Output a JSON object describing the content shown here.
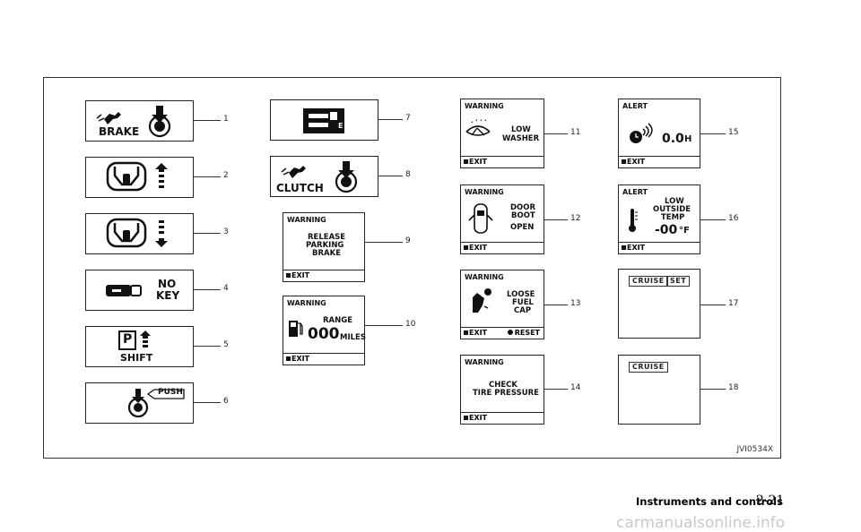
{
  "panels": {
    "p1": {
      "callout": "1",
      "text": "BRAKE"
    },
    "p2": {
      "callout": "2"
    },
    "p3": {
      "callout": "3"
    },
    "p4": {
      "callout": "4",
      "line1": "NO",
      "line2": "KEY"
    },
    "p5": {
      "callout": "5",
      "letter": "P",
      "text": "SHIFT"
    },
    "p6": {
      "callout": "6",
      "push": "PUSH"
    },
    "p7": {
      "callout": "7",
      "letter": "E"
    },
    "p8": {
      "callout": "8",
      "text": "CLUTCH"
    },
    "p9": {
      "callout": "9",
      "header": "WARNING",
      "l1": "RELEASE",
      "l2": "PARKING",
      "l3": "BRAKE",
      "exit": "EXIT"
    },
    "p10": {
      "callout": "10",
      "header": "WARNING",
      "l1": "RANGE",
      "value": "000",
      "unit": "MILES",
      "exit": "EXIT"
    },
    "p11": {
      "callout": "11",
      "header": "WARNING",
      "l1": "LOW",
      "l2": "WASHER",
      "exit": "EXIT"
    },
    "p12": {
      "callout": "12",
      "header": "WARNING",
      "l1": "DOOR",
      "l2": "BOOT",
      "l3": "OPEN",
      "exit": "EXIT"
    },
    "p13": {
      "callout": "13",
      "header": "WARNING",
      "l1": "LOOSE",
      "l2": "FUEL",
      "l3": "CAP",
      "exit": "EXIT",
      "reset": "RESET"
    },
    "p14": {
      "callout": "14",
      "header": "WARNING",
      "l1": "CHECK",
      "l2": "TIRE PRESSURE",
      "exit": "EXIT"
    },
    "p15": {
      "callout": "15",
      "header": "ALERT",
      "value": "0.0",
      "unit": "H",
      "exit": "EXIT"
    },
    "p16": {
      "callout": "16",
      "header": "ALERT",
      "l1": "LOW",
      "l2": "OUTSIDE",
      "l3": "TEMP",
      "value": "-00",
      "unit": "°F",
      "exit": "EXIT"
    },
    "p17": {
      "callout": "17",
      "tag1": "CRUISE",
      "tag2": "SET"
    },
    "p18": {
      "callout": "18",
      "tag1": "CRUISE"
    }
  },
  "image_code": "JVI0534X",
  "footer": {
    "section": "Instruments and controls",
    "page": "2-21"
  },
  "watermark": "carmanualsonline.info"
}
